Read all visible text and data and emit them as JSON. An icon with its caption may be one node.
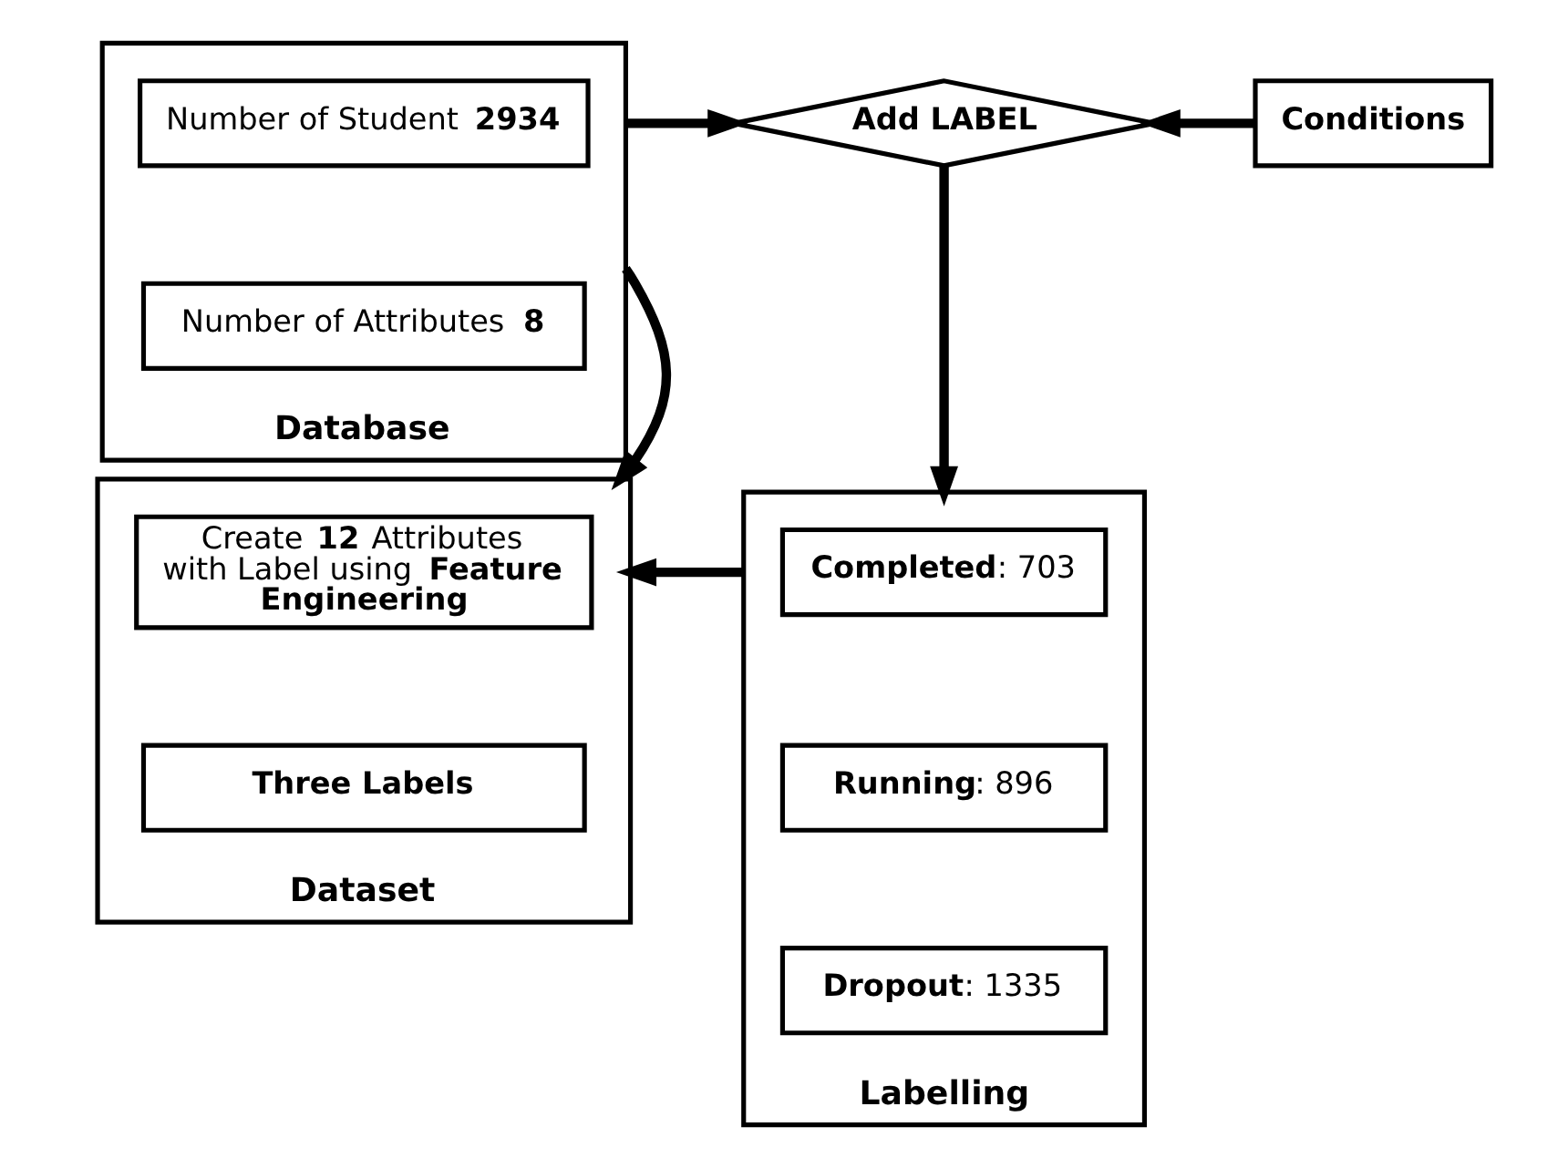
{
  "diagram": {
    "nodes": [
      {
        "text": [
          "Database"
        ]
      },
      {
        "text": [
          "Number of Student **2934**"
        ],
        "in": 0
      },
      {
        "text": [
          "Number of Attributes **8**"
        ],
        "in": 0
      },
      {
        "text": [
          "Add LABEL"
        ]
      },
      {
        "text": [
          "Conditions"
        ]
      },
      {
        "text": [
          "Dataset"
        ]
      },
      {
        "text": [
          "Create **12** Attributes with Label using **Feature Engineering**"
        ],
        "in": 5
      },
      {
        "text": [
          "Three Labels"
        ],
        "in": 5
      },
      {
        "text": [
          "Labelling"
        ]
      },
      {
        "text": [
          "**Completed**: 703"
        ],
        "in": 8
      },
      {
        "text": [
          "**Running**: 896"
        ],
        "in": 8
      },
      {
        "text": [
          "**Dropout**: 1335"
        ],
        "in": 8
      }
    ],
    "edges": [
      {
        "from": 0,
        "to": 3,
        "arrow": "to"
      },
      {
        "from": 4,
        "to": 3,
        "arrow": "to"
      },
      {
        "from": 3,
        "to": 8,
        "arrow": "to"
      },
      {
        "from": 0,
        "to": 5,
        "arrow": "to"
      },
      {
        "from": 8,
        "to": 5,
        "arrow": "to"
      }
    ]
  }
}
